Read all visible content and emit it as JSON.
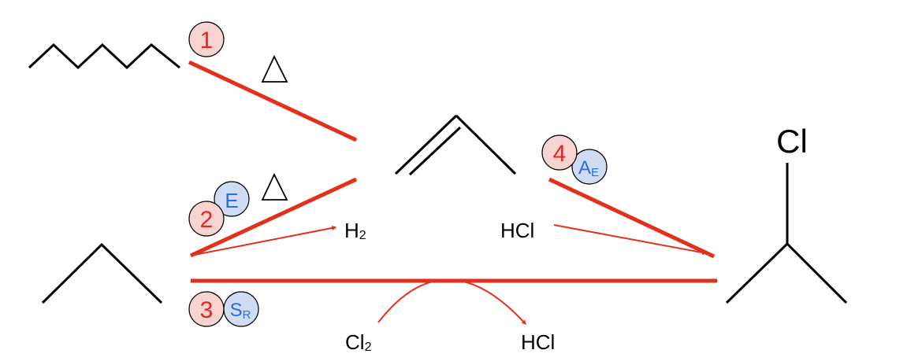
{
  "colors": {
    "arrow": "#e3301c",
    "step_badge_fill": "#f7d3d2",
    "mechanism_badge_fill": "#cfdcf4",
    "step_number_text": "#e8261b",
    "mechanism_text": "#2a6fe0",
    "bond": "#000000"
  },
  "steps": [
    {
      "number": "1",
      "condition_icon": "heat-triangle-icon"
    },
    {
      "number": "2",
      "mechanism": {
        "main": "E",
        "sub": ""
      },
      "condition_icon": "heat-triangle-icon"
    },
    {
      "number": "3",
      "mechanism": {
        "main": "S",
        "sub": "R"
      }
    },
    {
      "number": "4",
      "mechanism": {
        "main": "A",
        "sub": "E"
      }
    }
  ],
  "products": {
    "h2": {
      "main": "H",
      "sub": "2"
    },
    "hcl_in": "HCl",
    "cl2": {
      "main": "Cl",
      "sub": "2"
    },
    "hcl_out": "HCl",
    "chlorine_label": "Cl"
  }
}
